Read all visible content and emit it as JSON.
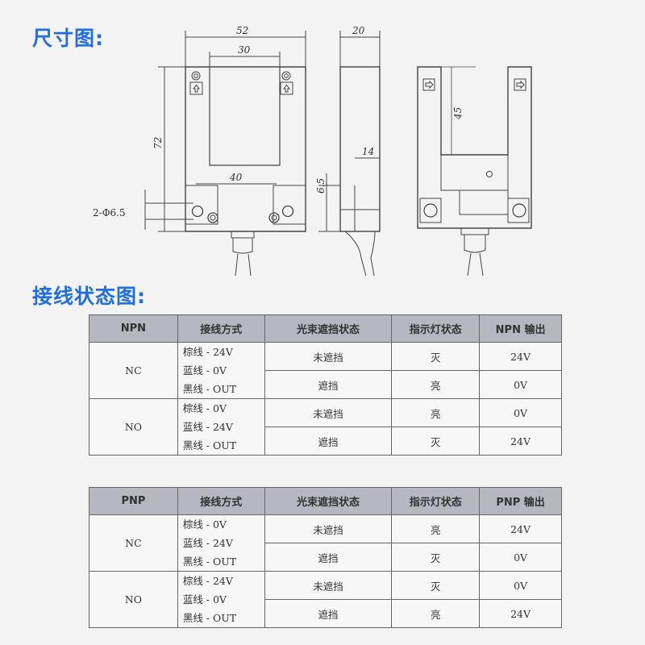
{
  "dimension_section": {
    "title": "尺寸图:",
    "labels": {
      "width_52": "52",
      "width_30": "30",
      "height_72": "72",
      "width_40": "40",
      "hole_6_5": "6.5",
      "holes_2phi": "2-Φ6.5",
      "depth_20": "20",
      "depth_14": "14",
      "slot_45": "45"
    }
  },
  "wiring_section": {
    "title": "接线状态图:"
  },
  "npn_table": {
    "headers": [
      "NPN",
      "接线方式",
      "光束遮挡状态",
      "指示灯状态",
      "NPN 输出"
    ],
    "groups": [
      {
        "mode": "NC",
        "wires": [
          "棕线 - 24V",
          "蓝线 - 0V",
          "黑线 - OUT"
        ],
        "rows": [
          {
            "beam": "未遮挡",
            "led": "灭",
            "output": "24V"
          },
          {
            "beam": "遮挡",
            "led": "亮",
            "output": "0V"
          }
        ]
      },
      {
        "mode": "NO",
        "wires": [
          "棕线 - 0V",
          "蓝线 - 24V",
          "黑线 - OUT"
        ],
        "rows": [
          {
            "beam": "未遮挡",
            "led": "亮",
            "output": "0V"
          },
          {
            "beam": "遮挡",
            "led": "灭",
            "output": "24V"
          }
        ]
      }
    ]
  },
  "pnp_table": {
    "headers": [
      "PNP",
      "接线方式",
      "光束遮挡状态",
      "指示灯状态",
      "PNP 输出"
    ],
    "groups": [
      {
        "mode": "NC",
        "wires": [
          "棕线 - 0V",
          "蓝线 - 24V",
          "黑线 - OUT"
        ],
        "rows": [
          {
            "beam": "未遮挡",
            "led": "亮",
            "output": "24V"
          },
          {
            "beam": "遮挡",
            "led": "灭",
            "output": "0V"
          }
        ]
      },
      {
        "mode": "NO",
        "wires": [
          "棕线 - 24V",
          "蓝线 - 0V",
          "黑线 - OUT"
        ],
        "rows": [
          {
            "beam": "未遮挡",
            "led": "灭",
            "output": "0V"
          },
          {
            "beam": "遮挡",
            "led": "亮",
            "output": "24V"
          }
        ]
      }
    ]
  },
  "colors": {
    "title_blue": "#1f6fe0",
    "header_gray": "#b7b7c2"
  }
}
